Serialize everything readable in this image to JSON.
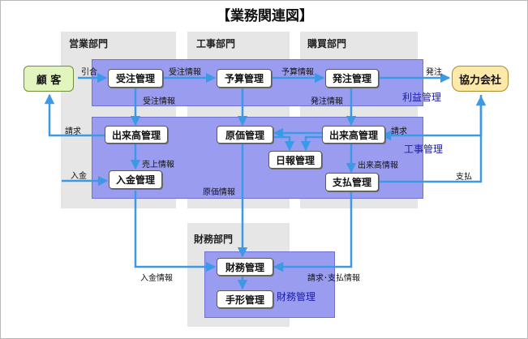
{
  "title": "【業務関連図】",
  "departments": {
    "sales": "営業部門",
    "engineering": "工事部門",
    "purchasing": "購買部門",
    "finance": "財務部門"
  },
  "bands": {
    "profit": "利益管理",
    "construction": "工事管理",
    "finance": "財務管理"
  },
  "parties": {
    "customer": "顧 客",
    "partner": "協力会社"
  },
  "processes": {
    "order_receipt": "受注管理",
    "budget": "予算管理",
    "ordering": "発注管理",
    "output_sales": "出来高管理",
    "cost": "原価管理",
    "output_purchase": "出来高管理",
    "daily_report": "日報管理",
    "payment_receipt": "入金管理",
    "payment": "支払管理",
    "finance_mgmt": "財務管理",
    "bill_mgmt": "手形管理"
  },
  "flow_labels": {
    "inquiry": "引合",
    "order_info_1": "受注情報",
    "budget_info": "予算情報",
    "place_order": "発注",
    "order_info_2": "受注情報",
    "ordering_info": "発注情報",
    "billing_left": "請求",
    "billing_right": "請求",
    "sales_info": "売上情報",
    "output_info": "出来高情報",
    "deposit": "入金",
    "cost_info": "原価情報",
    "payout": "支払",
    "deposit_info": "入金情報",
    "billing_payment_info": "請求･支払情報"
  },
  "colors": {
    "arrow": "#3c99e6",
    "band": "#9a9cf0",
    "band_text": "#1a1aa8",
    "department_bg": "#e6e6e6",
    "customer_bg": "#e3f5bf",
    "partner_bg": "#fde9a8"
  }
}
